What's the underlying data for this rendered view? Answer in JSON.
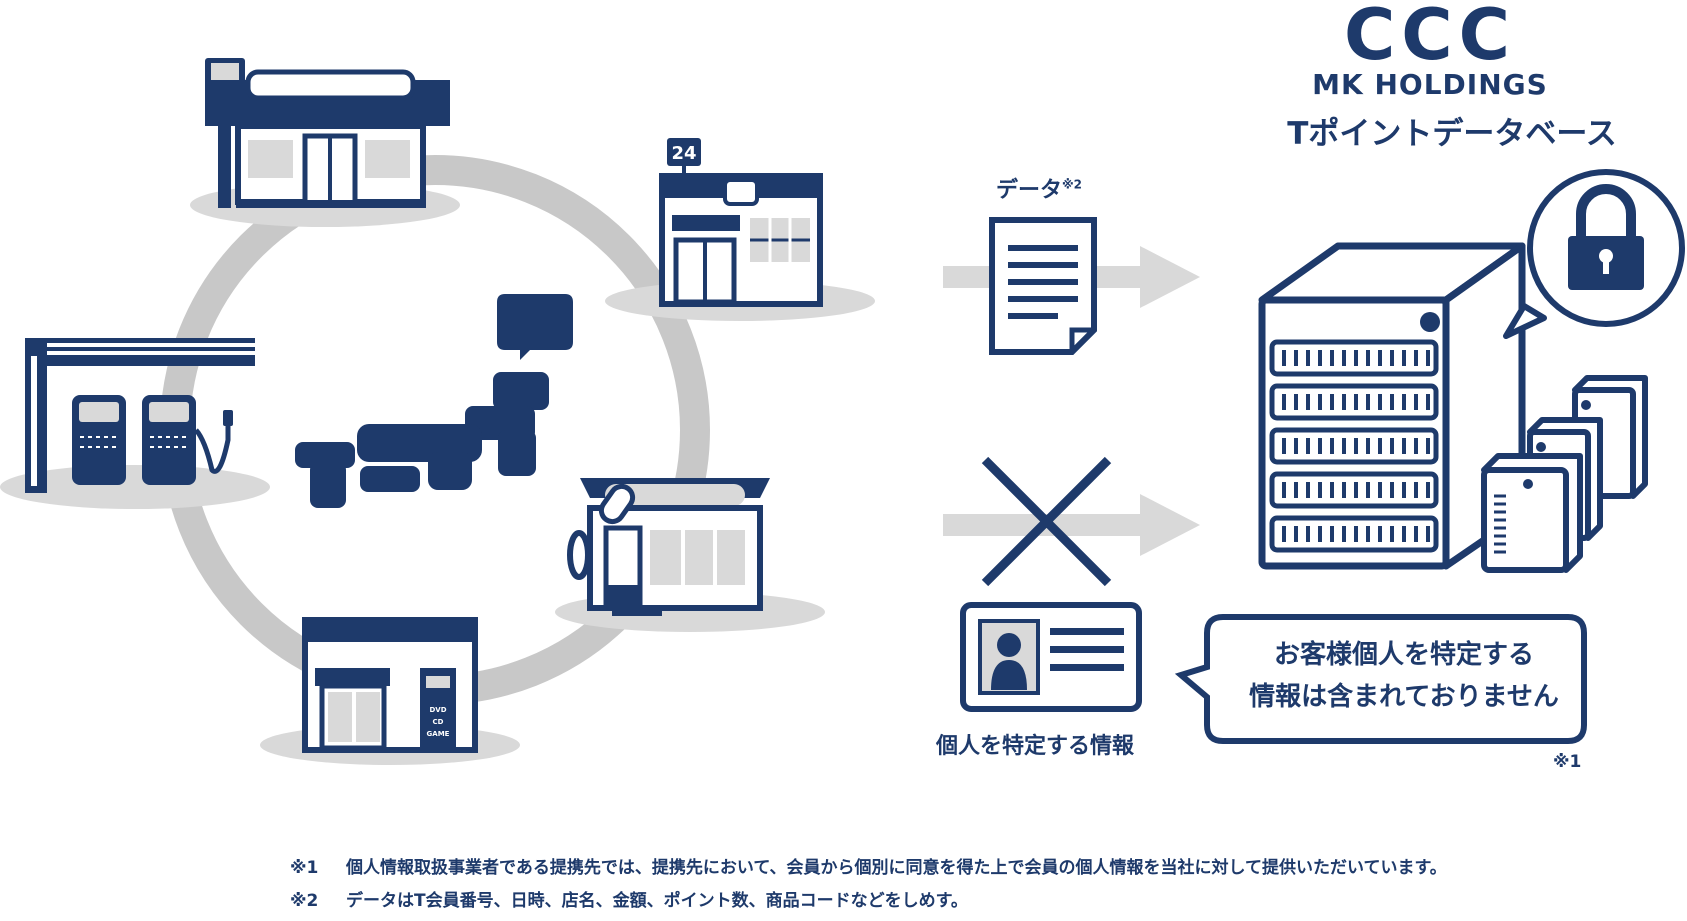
{
  "brand": {
    "logo": "CCC",
    "sub_name": "MK HOLDINGS",
    "database_title": "Tポイントデータベース"
  },
  "flow": {
    "data_label": "データ",
    "data_label_note": "※2",
    "personal_info_label": "個人を特定する情報",
    "speech_bubble_lines": [
      "お客様個人を特定する",
      "情報は含まれておりません"
    ],
    "bubble_note": "※1"
  },
  "store_icons": {
    "convenience_store_24h_sign": "24",
    "rental_shop_sign_lines": [
      "DVD",
      "CD",
      "GAME"
    ]
  },
  "footnotes": [
    {
      "mark": "※1",
      "text": "個人情報取扱事業者である提携先では、提携先において、会員から個別に同意を得た上で会員の個人情報を当社に対して提供いただいています。"
    },
    {
      "mark": "※2",
      "text": "データはT会員番号、日時、店名、金額、ポイント数、商品コードなどをしめす。"
    }
  ],
  "colors": {
    "navy": "#1e3a6b",
    "gray": "#c8c8c8",
    "light_gray": "#d9d9d9",
    "white": "#ffffff"
  },
  "icons": [
    "department-store-icon",
    "convenience-store-24h-icon",
    "gas-station-icon",
    "japan-map-icon",
    "drugstore-icon",
    "rental-shop-icon",
    "data-document-icon",
    "arrow-icon",
    "cross-icon",
    "id-card-icon",
    "server-icon",
    "lock-icon",
    "hard-drive-icon"
  ]
}
